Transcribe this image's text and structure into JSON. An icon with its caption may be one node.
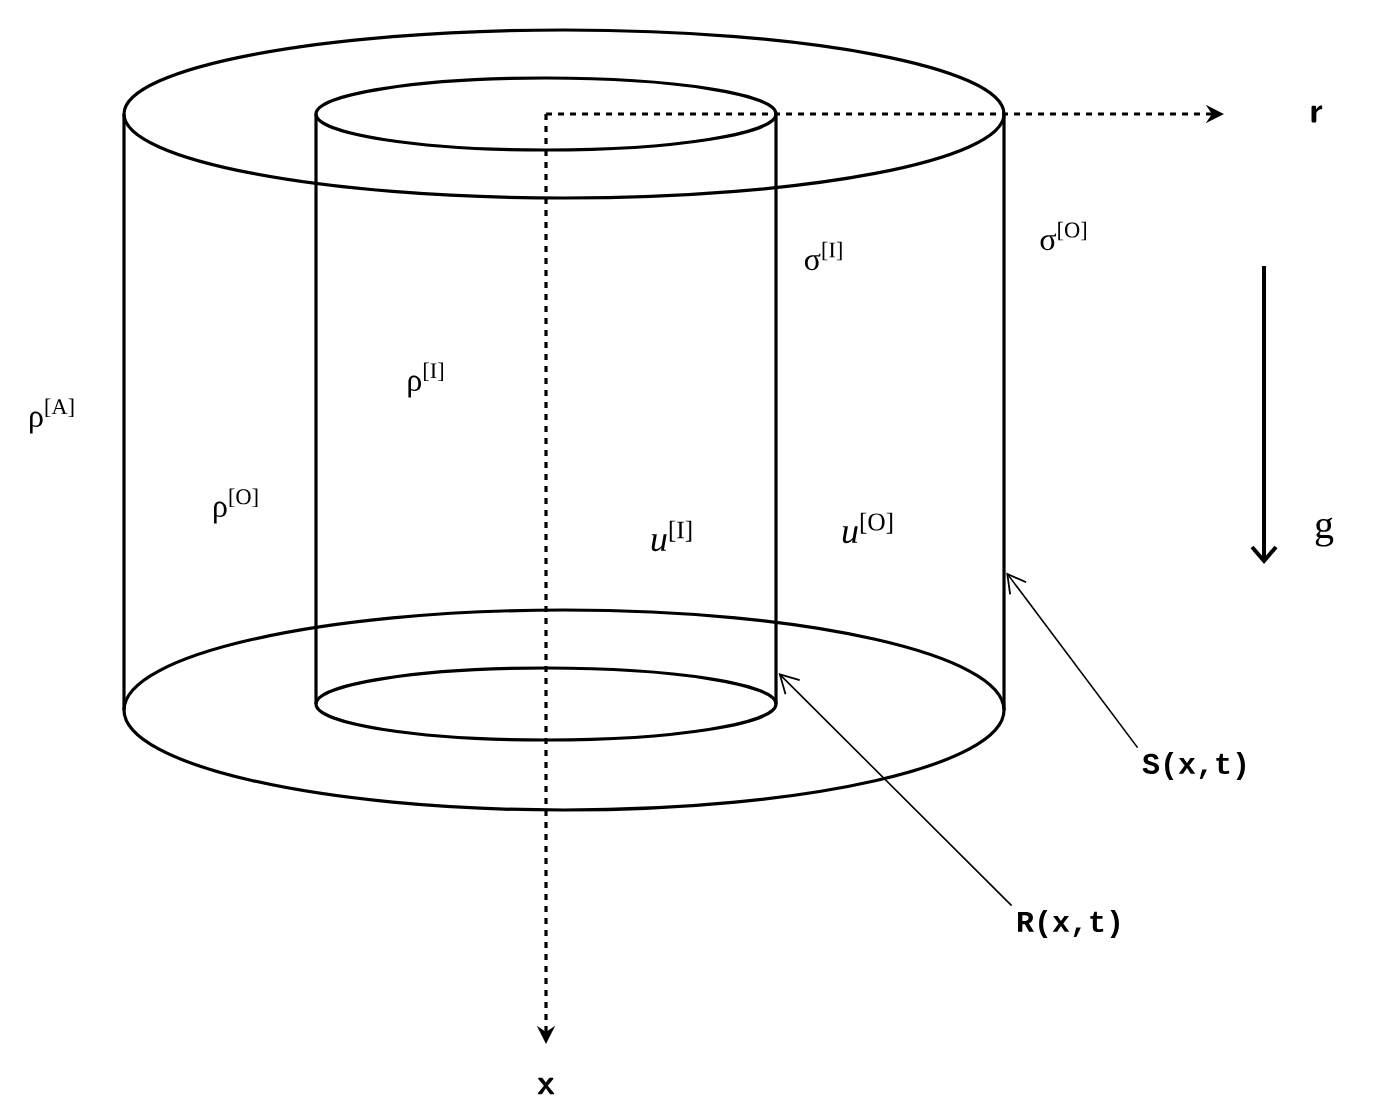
{
  "diagram": {
    "nodes": [
      {
        "text": [],
        "shape": "cylinder"
      },
      {
        "text": [],
        "shape": "cylinder",
        "in": 0
      },
      {
        "text": [
          "S(x,t)"
        ]
      },
      {
        "text": [
          "R(x,t)"
        ]
      }
    ],
    "edges": [
      {
        "from": 2,
        "to": 0,
        "arrow": "to"
      },
      {
        "from": 3,
        "to": 1,
        "arrow": "to"
      }
    ],
    "labels": [
      "r",
      "σ$^{[I]}$",
      "σ$^{[O]}$",
      "ρ$^{[I]}$",
      "ρ$^{[A]}$",
      "ρ$^{[O]}$",
      "*u*$^{[I]}$",
      "*u*$^{[O]}$",
      "g",
      "x"
    ]
  }
}
